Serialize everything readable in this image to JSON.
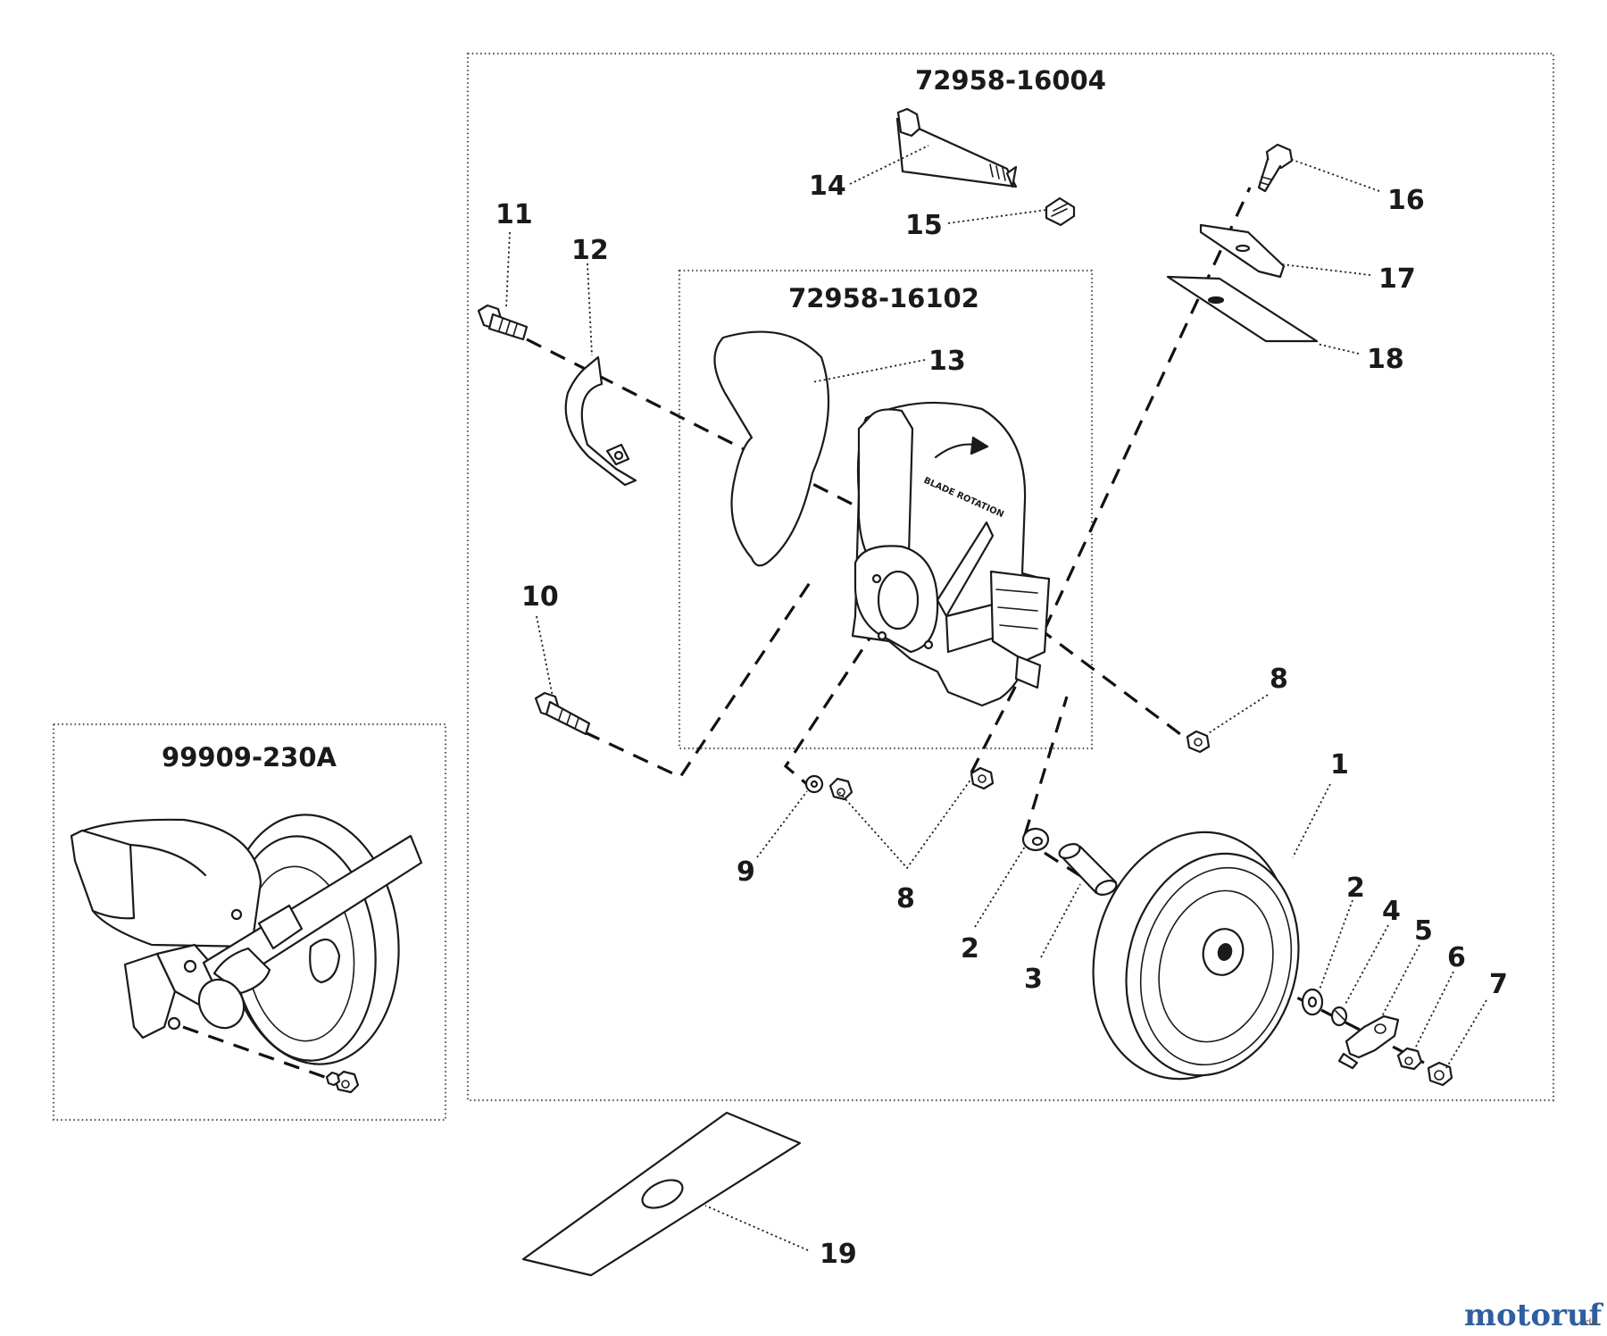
{
  "diagram": {
    "groups": [
      {
        "id": "main",
        "label": "72958-16004"
      },
      {
        "id": "guard",
        "label": "72958-16102"
      },
      {
        "id": "inset",
        "label": "99909-230A"
      }
    ],
    "callouts": [
      {
        "id": "c1",
        "text": "1"
      },
      {
        "id": "c2a",
        "text": "2"
      },
      {
        "id": "c2b",
        "text": "2"
      },
      {
        "id": "c3",
        "text": "3"
      },
      {
        "id": "c4",
        "text": "4"
      },
      {
        "id": "c5",
        "text": "5"
      },
      {
        "id": "c6",
        "text": "6"
      },
      {
        "id": "c7",
        "text": "7"
      },
      {
        "id": "c8a",
        "text": "8"
      },
      {
        "id": "c8b",
        "text": "8"
      },
      {
        "id": "c9",
        "text": "9"
      },
      {
        "id": "c10",
        "text": "10"
      },
      {
        "id": "c11",
        "text": "11"
      },
      {
        "id": "c12",
        "text": "12"
      },
      {
        "id": "c13",
        "text": "13"
      },
      {
        "id": "c14",
        "text": "14"
      },
      {
        "id": "c15",
        "text": "15"
      },
      {
        "id": "c16",
        "text": "16"
      },
      {
        "id": "c17",
        "text": "17"
      },
      {
        "id": "c18",
        "text": "18"
      },
      {
        "id": "c19",
        "text": "19"
      }
    ],
    "embossed_text": "BLADE ROTATION",
    "watermark": {
      "base": "motoruf",
      "suffix": ".de"
    }
  },
  "colors": {
    "ink": "#1a1a1a",
    "watermark_o": "#3f8f2f",
    "watermark_text": "#2f5f9f"
  }
}
